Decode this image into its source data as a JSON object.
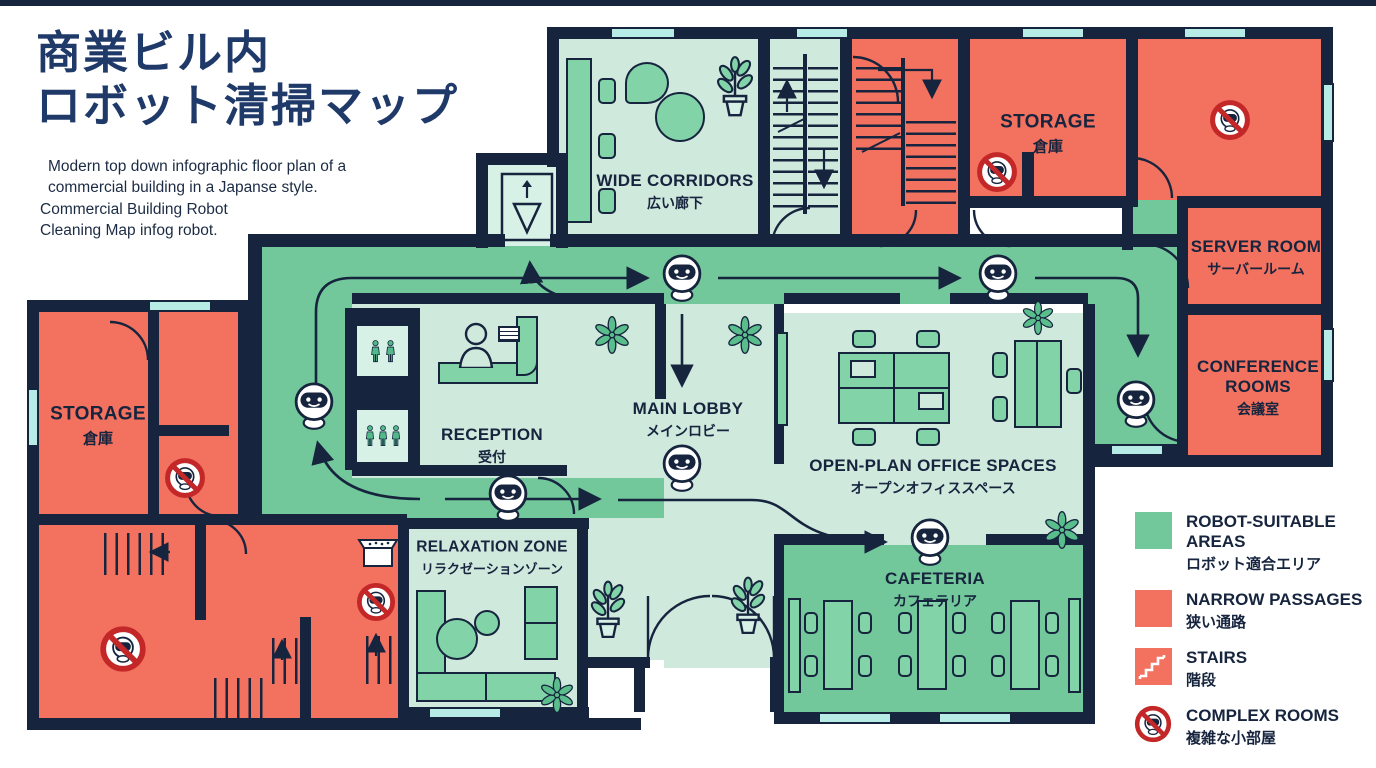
{
  "title": {
    "line1": "商業ビル内",
    "line2": "ロボット清掃マップ"
  },
  "subtitle": {
    "line1": "Modern top down infographic floor plan of a",
    "line2": "commercial building in a Japanse style.",
    "line3": "Commercial Building Robot",
    "line4": "Cleaning Map infog robot."
  },
  "rooms": {
    "wide_corridors": {
      "en": "WIDE CORRIDORS",
      "ja": "広い廊下"
    },
    "storage_top": {
      "en": "STORAGE",
      "ja": "倉庫"
    },
    "server_room": {
      "en": "SERVER ROOM",
      "ja": "サーバールーム"
    },
    "conference": {
      "en1": "CONFERENCE",
      "en2": "ROOMS",
      "ja": "会議室"
    },
    "storage_left": {
      "en": "STORAGE",
      "ja": "倉庫"
    },
    "reception": {
      "en": "RECEPTION",
      "ja": "受付"
    },
    "main_lobby": {
      "en": "MAIN LOBBY",
      "ja": "メインロビー"
    },
    "open_plan": {
      "en": "OPEN-PLAN OFFICE SPACES",
      "ja": "オープンオフィススペース"
    },
    "relaxation": {
      "en": "RELAXATION ZONE",
      "ja": "リラクゼーションゾーン"
    },
    "cafeteria": {
      "en": "CAFETERIA",
      "ja": "カフェテリア"
    }
  },
  "legend": {
    "items": [
      {
        "type": "green-square",
        "en": "ROBOT-SUITABLE AREAS",
        "ja": "ロボット適合エリア"
      },
      {
        "type": "red-square",
        "en": "NARROW PASSAGES",
        "ja": "狭い通路"
      },
      {
        "type": "stairs-icon",
        "en": "STAIRS",
        "ja": "階段"
      },
      {
        "type": "no-entry-icon",
        "en": "COMPLEX ROOMS",
        "ja": "複雑な小部屋"
      }
    ]
  },
  "icons": {
    "robot": "cleaning-robot-icon",
    "no_entry": "no-entry-robot-icon",
    "plant": "plant-icon",
    "elevator": "elevator-icon",
    "restroom": "restroom-icon",
    "package": "package-box-icon",
    "receptionist": "receptionist-icon"
  },
  "colors": {
    "navy": "#16243e",
    "light": "#cfe9dd",
    "light2": "#d8f1e7",
    "green": "#72c89a",
    "red": "#f3715f",
    "cyan": "#b7ebe5",
    "ban": "#c32727",
    "furn": "#82d3a8",
    "leaf": "#5abd8c",
    "title": "#1f3a69",
    "text": "#1c2b44"
  }
}
